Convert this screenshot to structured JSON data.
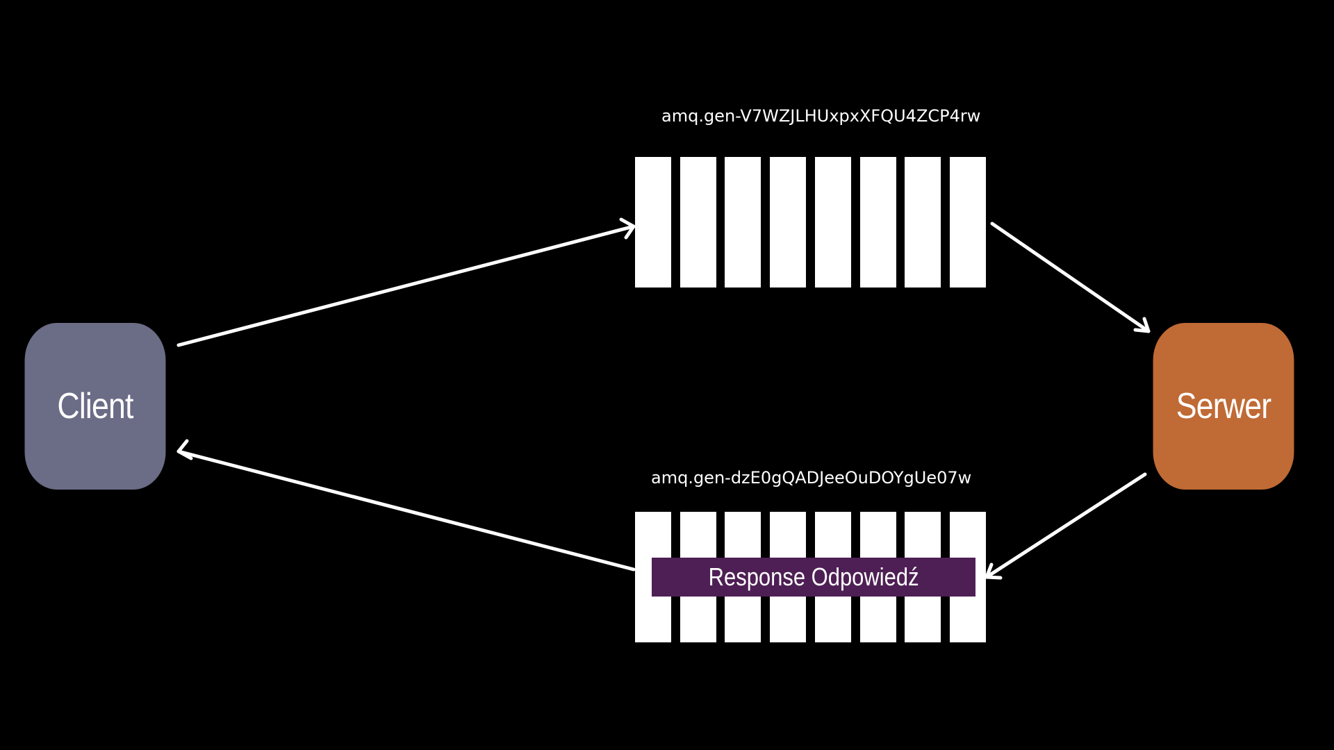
{
  "nodes": {
    "client": {
      "label": "Client",
      "color": "#6b6c86"
    },
    "server": {
      "label": "Serwer",
      "color": "#c06a35"
    }
  },
  "queues": {
    "request": {
      "name": "amq.gen-V7WZJLHUxpxXFQU4ZCP4rw",
      "slots": 8
    },
    "response": {
      "name": "amq.gen-dzE0gQADJeeOuDOYgUe07w",
      "slots": 8
    }
  },
  "message": {
    "label": "Response Odpowiedź",
    "color": "#4e1f54"
  },
  "colors": {
    "background": "#000000",
    "arrow": "#ffffff",
    "slot": "#ffffff"
  }
}
